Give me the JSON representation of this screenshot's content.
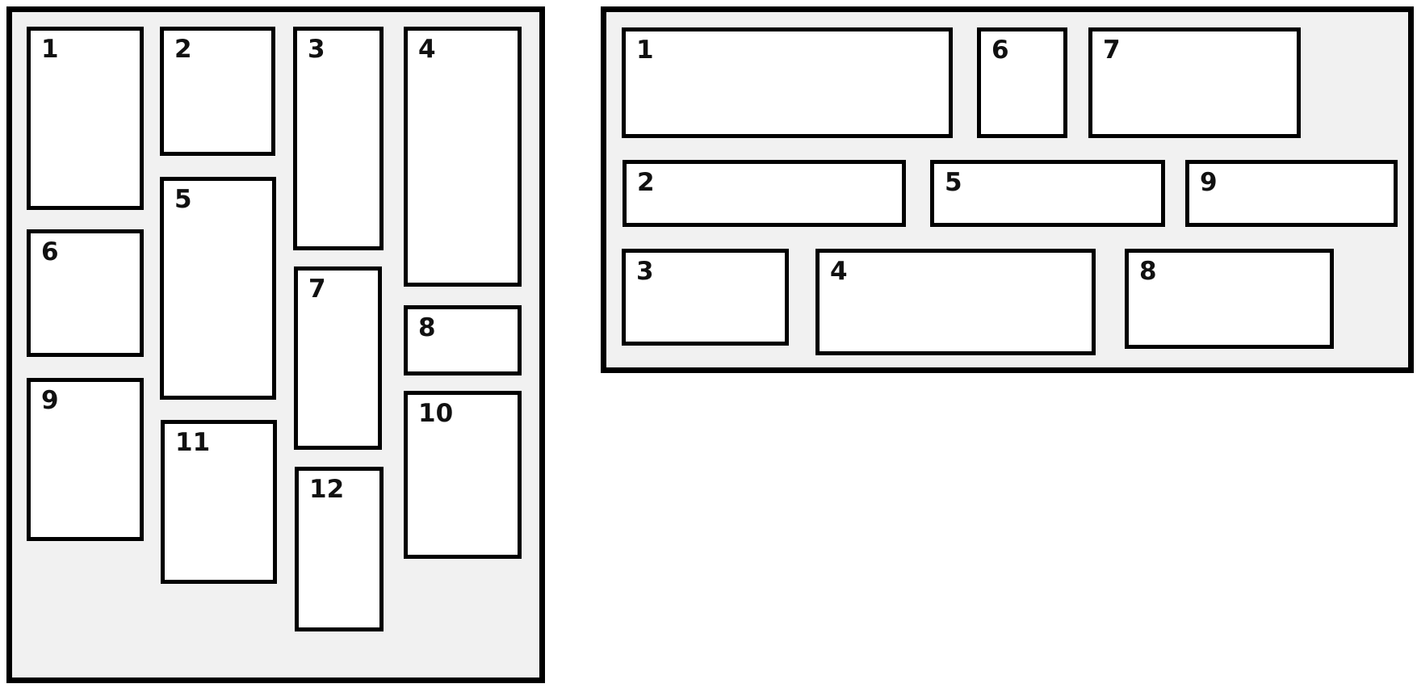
{
  "colors": {
    "panel_background": "#f1f1f1",
    "box_background": "#ffffff",
    "border": "#000000"
  },
  "left_panel": {
    "boxes": [
      {
        "label": "1"
      },
      {
        "label": "2"
      },
      {
        "label": "3"
      },
      {
        "label": "4"
      },
      {
        "label": "5"
      },
      {
        "label": "6"
      },
      {
        "label": "7"
      },
      {
        "label": "8"
      },
      {
        "label": "9"
      },
      {
        "label": "10"
      },
      {
        "label": "11"
      },
      {
        "label": "12"
      }
    ]
  },
  "right_panel": {
    "boxes": [
      {
        "label": "1"
      },
      {
        "label": "6"
      },
      {
        "label": "7"
      },
      {
        "label": "2"
      },
      {
        "label": "5"
      },
      {
        "label": "9"
      },
      {
        "label": "3"
      },
      {
        "label": "4"
      },
      {
        "label": "8"
      }
    ]
  }
}
